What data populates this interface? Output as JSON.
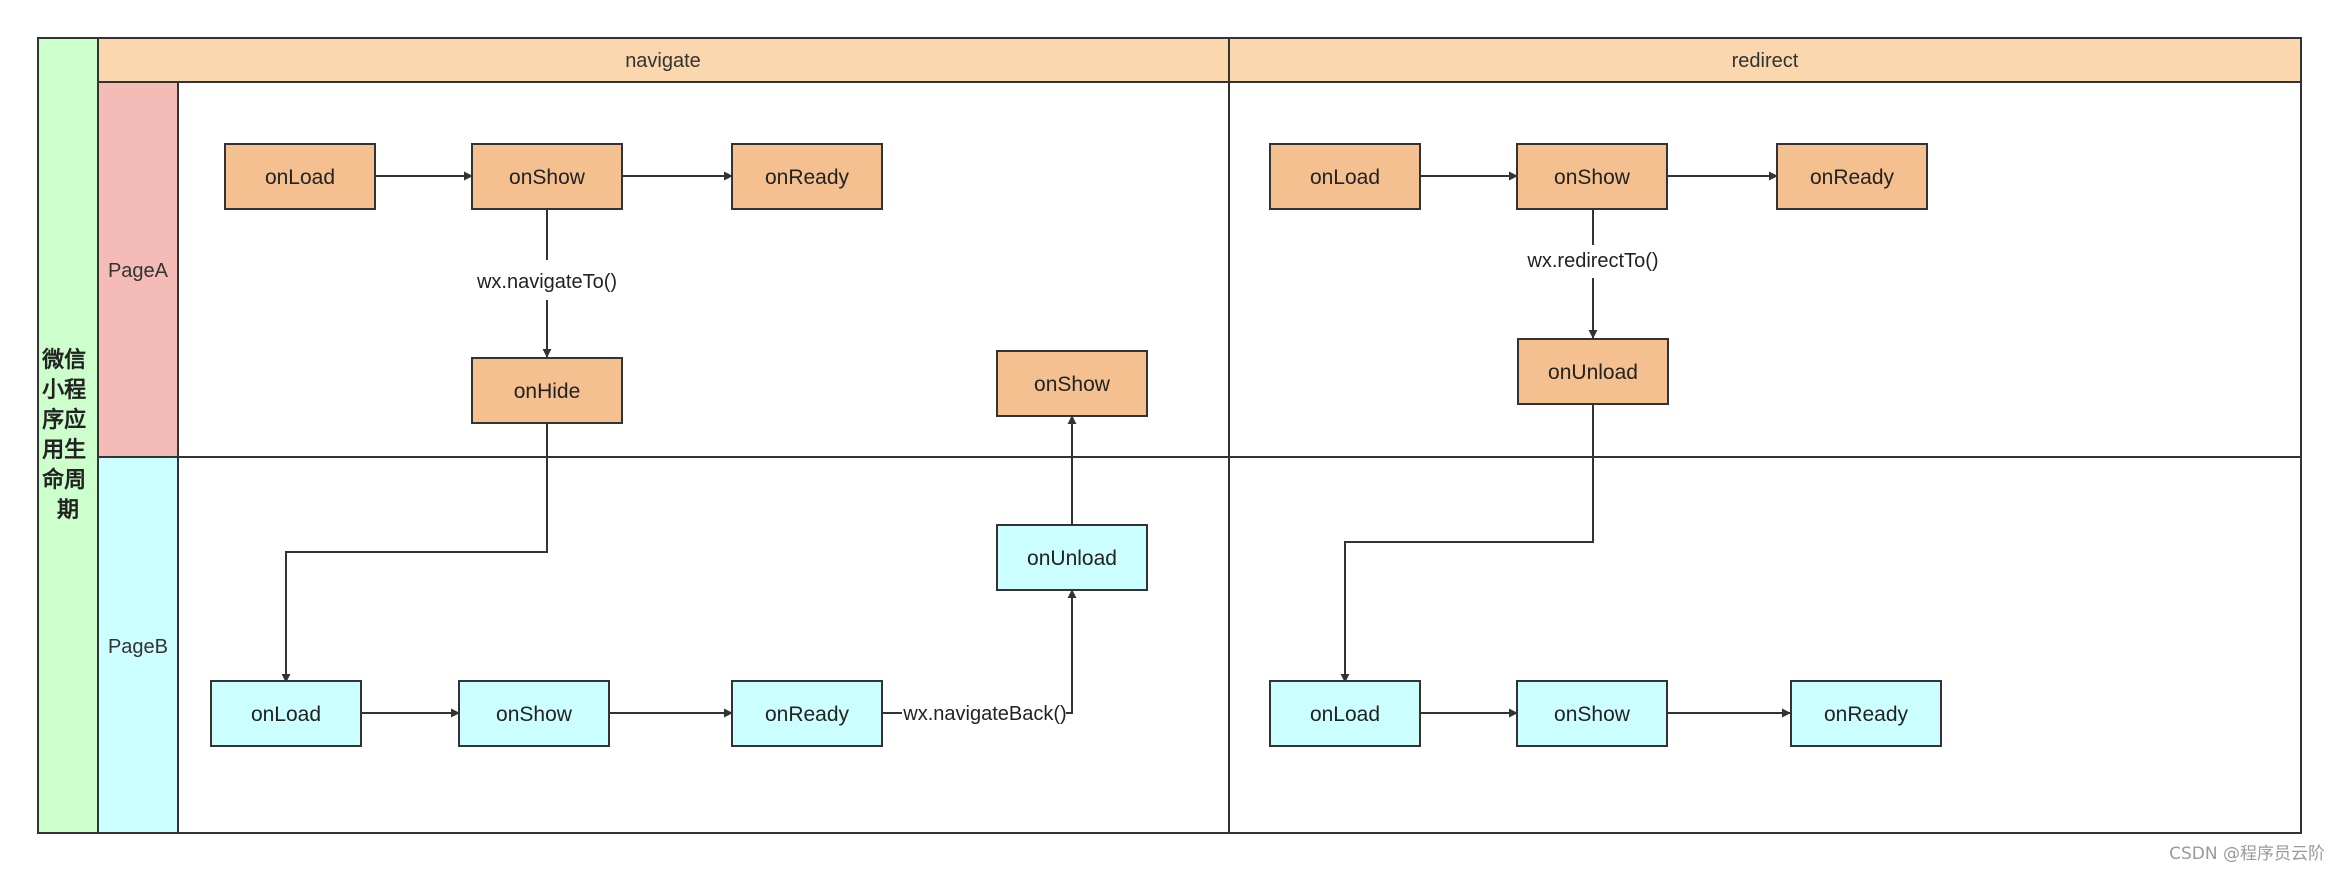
{
  "diagram": {
    "title_lines": [
      "微信",
      "小程",
      "序应",
      "用生",
      "命周",
      "期"
    ],
    "columns": {
      "navigate": "navigate",
      "redirect": "redirect"
    },
    "lanes": {
      "page_a": "PageA",
      "page_b": "PageB"
    },
    "nodes": {
      "nav_a_onload": "onLoad",
      "nav_a_onshow": "onShow",
      "nav_a_onready": "onReady",
      "nav_a_onhide": "onHide",
      "nav_a_onshow_again": "onShow",
      "nav_b_onload": "onLoad",
      "nav_b_onshow": "onShow",
      "nav_b_onready": "onReady",
      "nav_b_onunload": "onUnload",
      "red_a_onload": "onLoad",
      "red_a_onshow": "onShow",
      "red_a_onready": "onReady",
      "red_a_onunload": "onUnload",
      "red_b_onload": "onLoad",
      "red_b_onshow": "onShow",
      "red_b_onready": "onReady"
    },
    "edge_labels": {
      "navigate_to": "wx.navigateTo()",
      "navigate_back": "wx.navigateBack()",
      "redirect_to": "wx.redirectTo()"
    },
    "colors": {
      "title_fill": "#ccffcc",
      "header_fill": "#fad7ac",
      "page_a_fill": "#f4bbb7",
      "page_b_fill": "#ccffff",
      "node_a_fill": "#f5c08f",
      "node_b_fill": "#ccffff",
      "line": "#333333"
    }
  },
  "watermark": "CSDN @程序员云阶"
}
